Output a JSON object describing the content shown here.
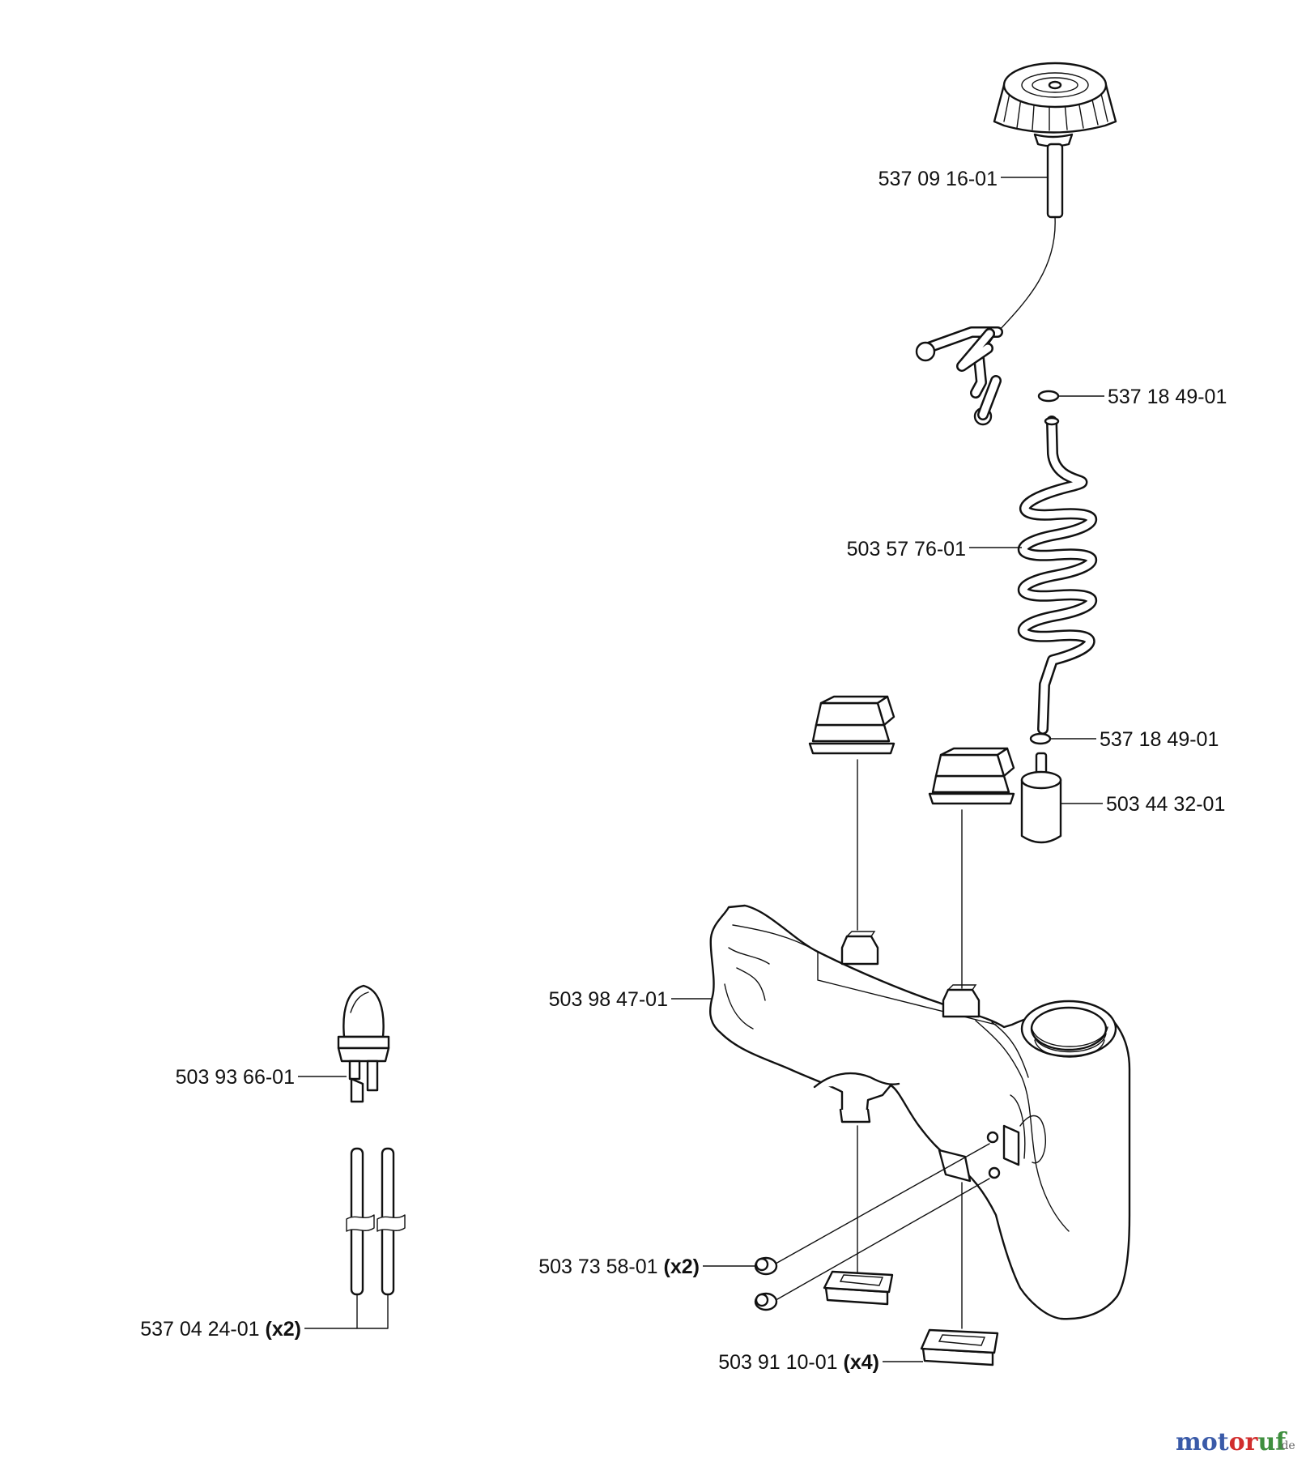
{
  "diagram": {
    "parts": [
      {
        "id": "fuel-cap",
        "number": "537 09 16-01",
        "qty": ""
      },
      {
        "id": "oring-top",
        "number": "537 18 49-01",
        "qty": ""
      },
      {
        "id": "fuel-hose",
        "number": "503 57 76-01",
        "qty": ""
      },
      {
        "id": "oring-bottom",
        "number": "537 18 49-01",
        "qty": ""
      },
      {
        "id": "fuel-filter",
        "number": "503 44 32-01",
        "qty": ""
      },
      {
        "id": "fuel-tank",
        "number": "503 98 47-01",
        "qty": ""
      },
      {
        "id": "primer-bulb",
        "number": "503 93 66-01",
        "qty": ""
      },
      {
        "id": "grommet",
        "number": "503 73 58-01",
        "qty": "(x2)"
      },
      {
        "id": "fuel-lines",
        "number": "537 04 24-01",
        "qty": "(x2)"
      },
      {
        "id": "rubber-buffer",
        "number": "503 91 10-01",
        "qty": "(x4)"
      }
    ]
  },
  "brand": {
    "logo_text": "motoruf",
    "suffix": ".de",
    "colors": {
      "blue": "#3a5aa8",
      "red": "#d12d2d",
      "green": "#3f8f3f"
    }
  }
}
